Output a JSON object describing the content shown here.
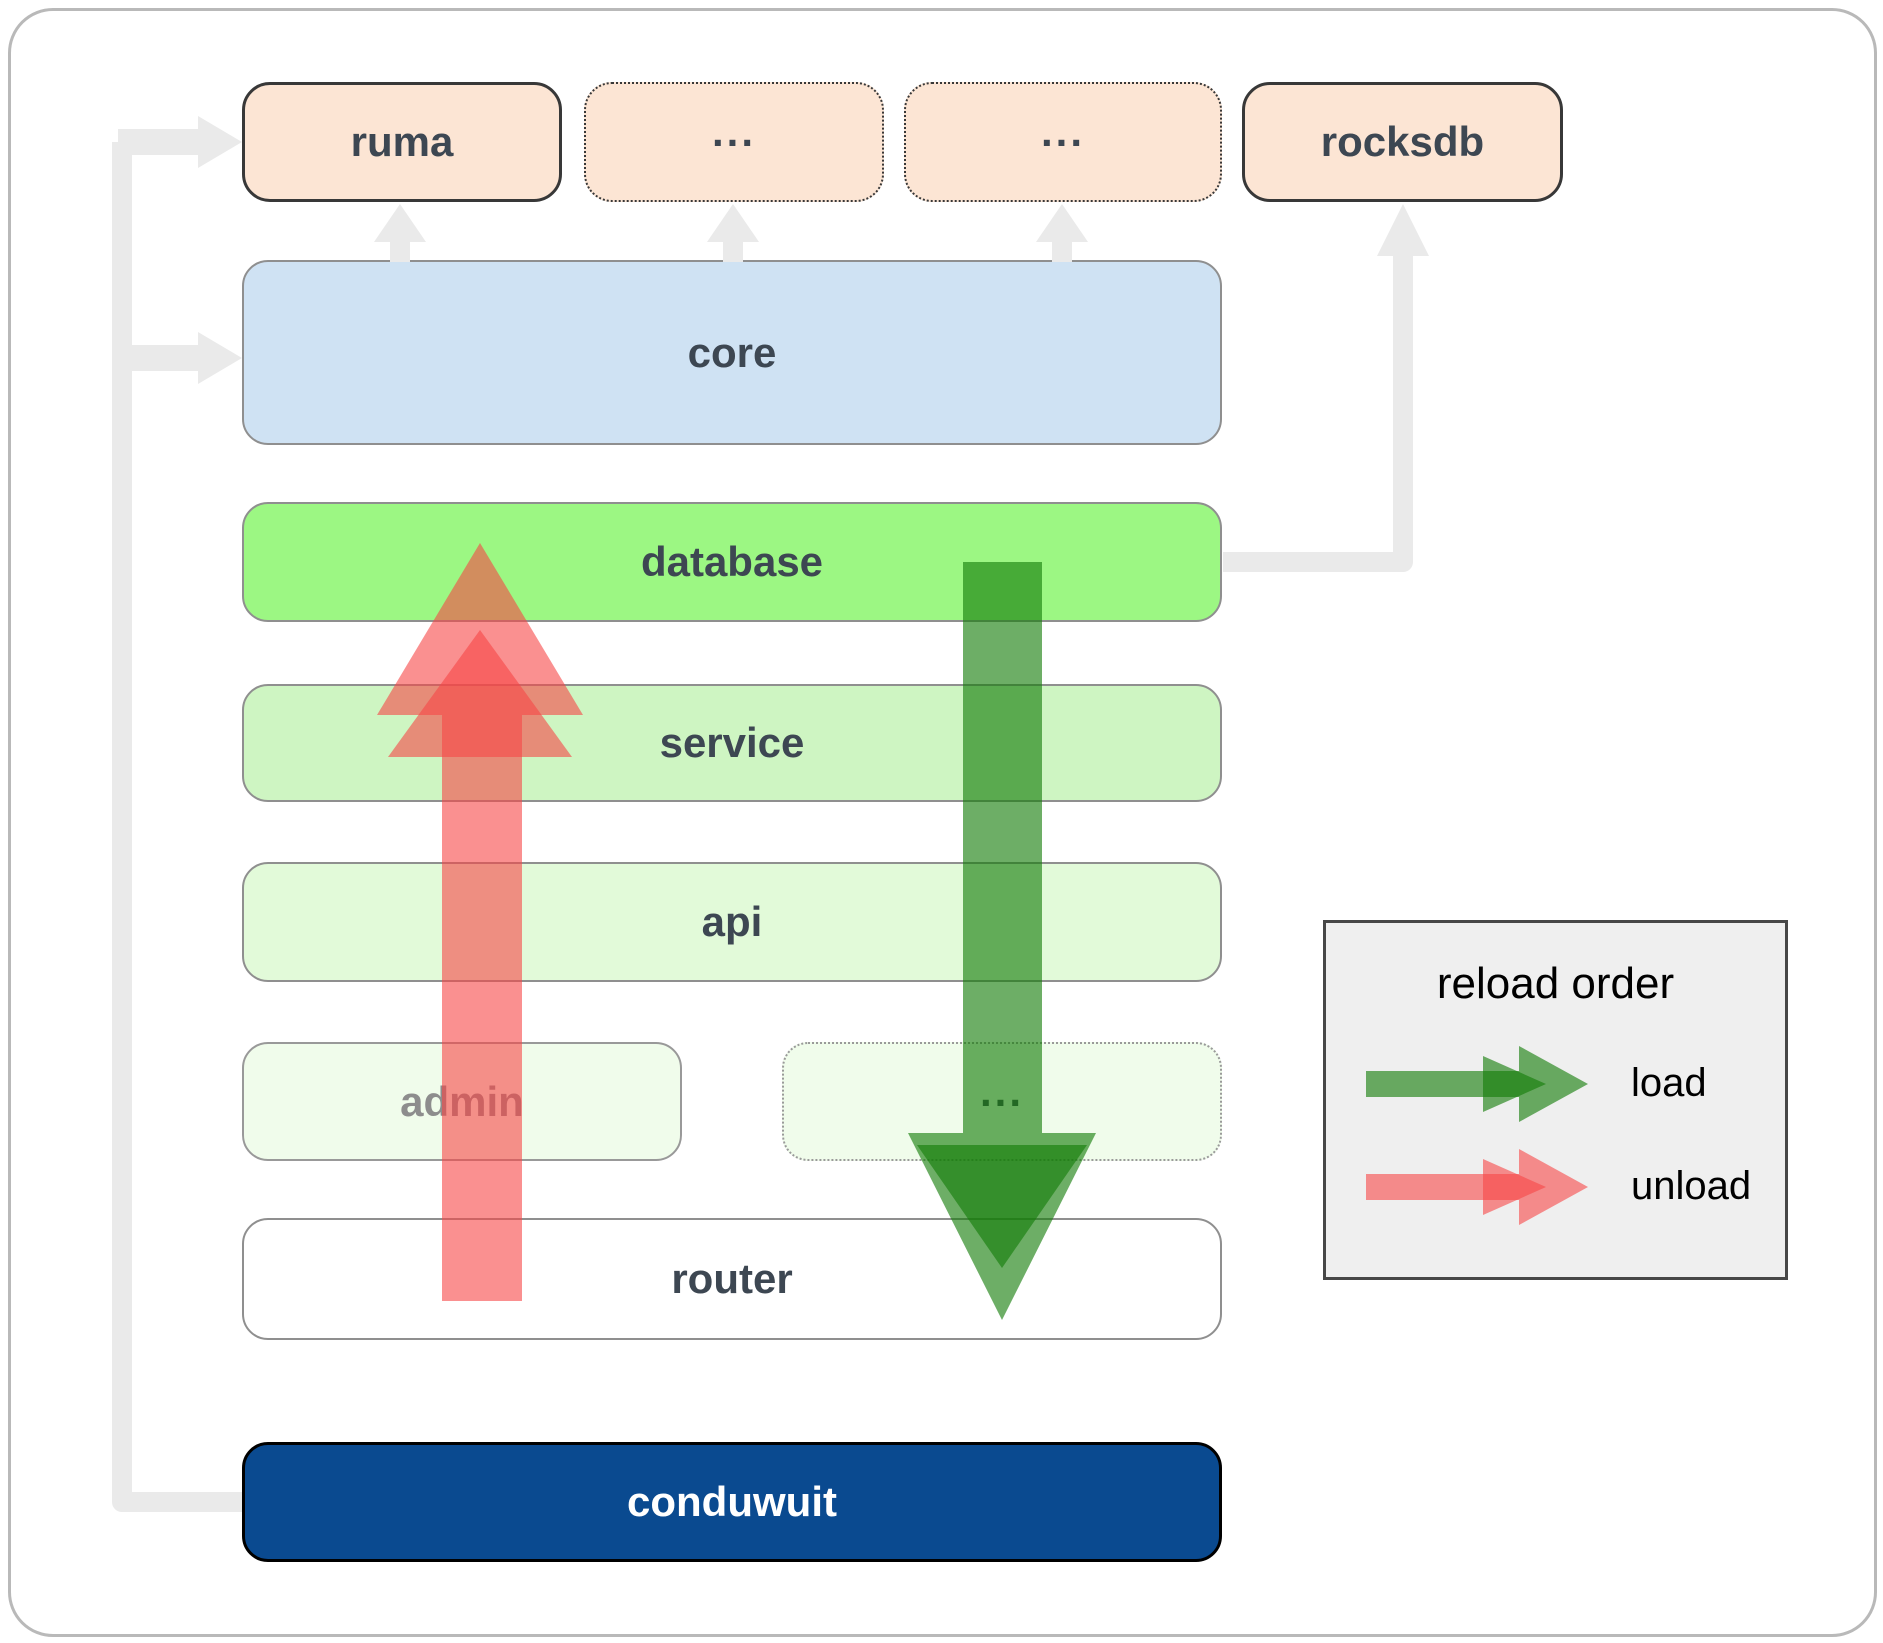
{
  "diagram": {
    "top_row": [
      {
        "id": "ruma",
        "label": "ruma",
        "border": "solid"
      },
      {
        "id": "ellipsis-1",
        "label": "...",
        "border": "dotted"
      },
      {
        "id": "ellipsis-2",
        "label": "...",
        "border": "dotted"
      },
      {
        "id": "rocksdb",
        "label": "rocksdb",
        "border": "solid"
      }
    ],
    "layers": [
      {
        "id": "core",
        "label": "core"
      },
      {
        "id": "database",
        "label": "database"
      },
      {
        "id": "service",
        "label": "service"
      },
      {
        "id": "api",
        "label": "api"
      },
      {
        "id": "admin",
        "label": "admin"
      },
      {
        "id": "ellipsis-3",
        "label": "..."
      },
      {
        "id": "router",
        "label": "router"
      },
      {
        "id": "conduwuit",
        "label": "conduwuit"
      }
    ]
  },
  "legend": {
    "title": "reload order",
    "items": [
      {
        "id": "load",
        "label": "load",
        "arrow_color": "#137c08"
      },
      {
        "id": "unload",
        "label": "unload",
        "arrow_color": "#f74646"
      }
    ]
  },
  "colors": {
    "peach": "#fce5d4",
    "core-blue": "#cfe2f3",
    "database-green": "#9cf783",
    "service-green": "#cef5c2",
    "api-green": "#e2fad9",
    "faint-green": "#f0fceb",
    "conduwuit-blue": "#0a4a90",
    "arrow-green": "#137c08",
    "arrow-red": "#f74646",
    "connector-gray": "#eaeaea",
    "label": "#3d4752",
    "admin-label": "#8d8d8d",
    "legend-bg": "#efefef"
  }
}
